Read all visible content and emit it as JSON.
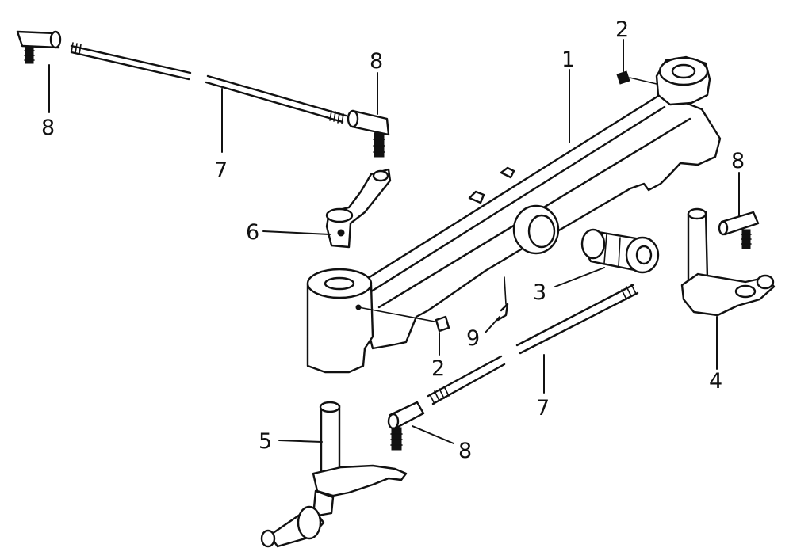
{
  "diagram": {
    "callouts": [
      {
        "id": "c1",
        "text": "1"
      },
      {
        "id": "c2a",
        "text": "2"
      },
      {
        "id": "c2b",
        "text": "2"
      },
      {
        "id": "c3",
        "text": "3"
      },
      {
        "id": "c4",
        "text": "4"
      },
      {
        "id": "c5",
        "text": "5"
      },
      {
        "id": "c6",
        "text": "6"
      },
      {
        "id": "c7a",
        "text": "7"
      },
      {
        "id": "c7b",
        "text": "7"
      },
      {
        "id": "c8a",
        "text": "8"
      },
      {
        "id": "c8b",
        "text": "8"
      },
      {
        "id": "c8c",
        "text": "8"
      },
      {
        "id": "c8d",
        "text": "8"
      },
      {
        "id": "c9",
        "text": "9"
      }
    ]
  }
}
